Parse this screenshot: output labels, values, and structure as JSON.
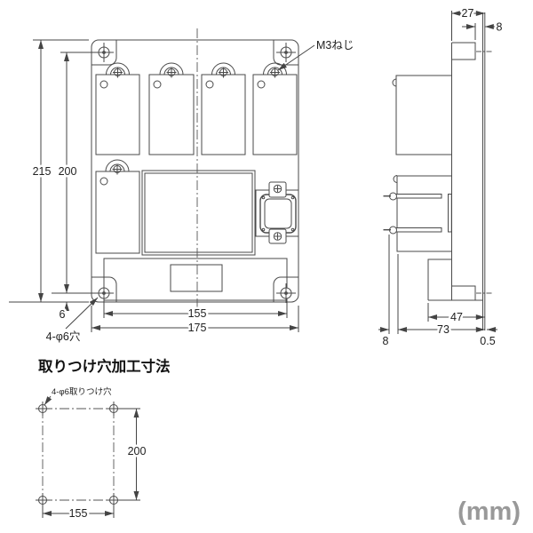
{
  "front_view": {
    "labels": {
      "screw": "M3ねじ",
      "holes": "4-φ6穴"
    },
    "dims": {
      "overall_height": "215",
      "hole_pitch_v": "200",
      "hole_offset_bottom": "6",
      "hole_pitch_h": "155",
      "overall_width": "175"
    }
  },
  "side_view": {
    "dims": {
      "top_depth": "27",
      "tab_setback": "8",
      "lower_depth": "47",
      "overall_depth": "73",
      "hook_offset": "8",
      "panel_thickness": "0.5"
    }
  },
  "mounting_view": {
    "heading": "取りつけ穴加工寸法",
    "labels": {
      "holes": "4-φ6取りつけ穴"
    },
    "dims": {
      "hole_pitch_v": "200",
      "hole_pitch_h": "155"
    }
  },
  "unit_note": "(mm)"
}
